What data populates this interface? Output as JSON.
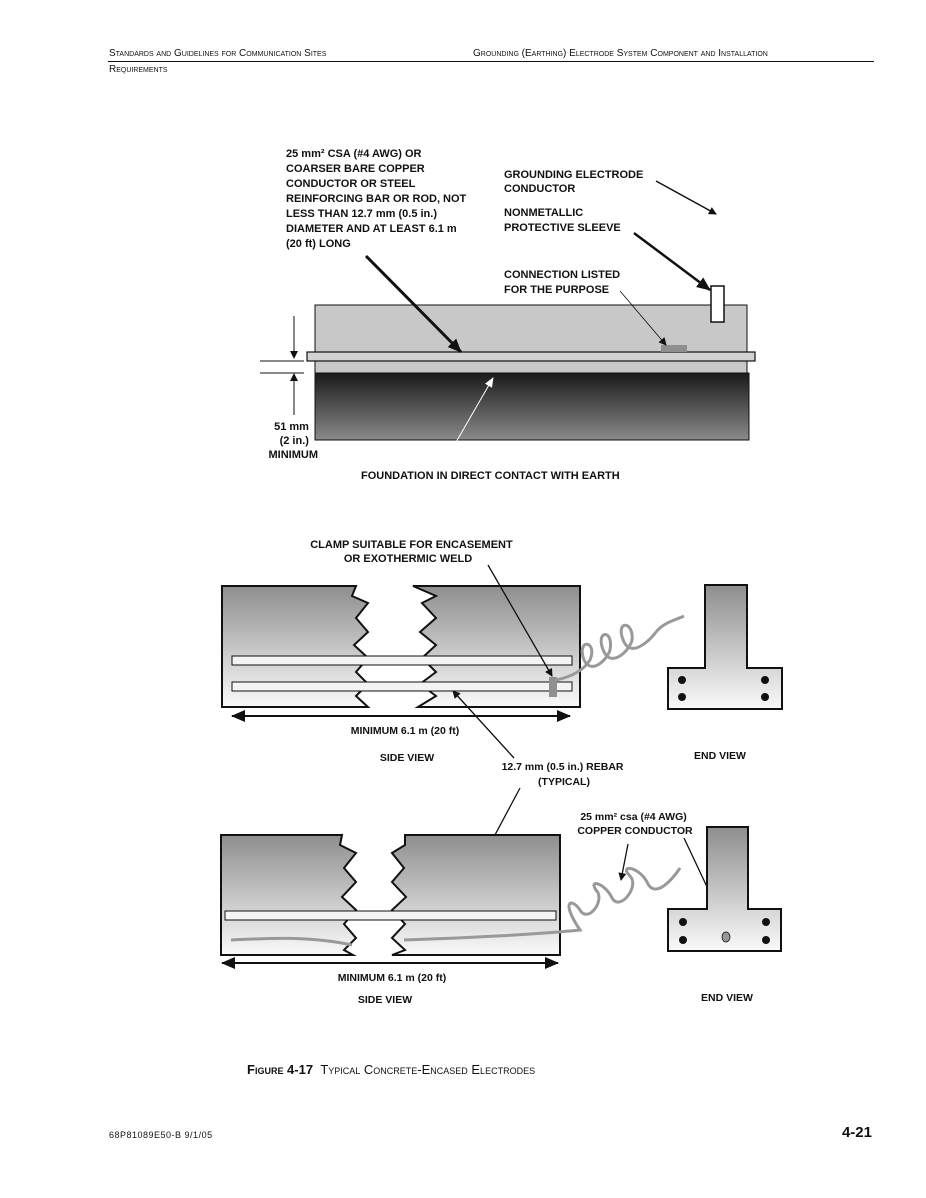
{
  "header": {
    "left_line1": "Standards  and Guidelines for Communication Sites",
    "left_line2": "Requirements",
    "right": "Grounding (Earthing) Electrode System Component and Installation"
  },
  "figure_top": {
    "conductor_label": [
      "25 mm² CSA (#4 AWG) OR",
      "COARSER BARE COPPER",
      "CONDUCTOR OR STEEL",
      "REINFORCING BAR OR ROD, NOT",
      "LESS THAN 12.7 mm (0.5 in.)",
      "DIAMETER AND AT LEAST 6.1 m",
      "(20 ft) LONG"
    ],
    "grounding_label": [
      "GROUNDING ELECTRODE",
      "CONDUCTOR"
    ],
    "sleeve_label": [
      "NONMETALLIC",
      "PROTECTIVE SLEEVE"
    ],
    "connection_label": [
      "CONNECTION LISTED",
      "FOR THE PURPOSE"
    ],
    "dimension_label": [
      "51 mm",
      "(2 in.)",
      "MINIMUM"
    ],
    "foundation_label": "FOUNDATION IN DIRECT CONTACT WITH EARTH"
  },
  "figure_middle": {
    "clamp_label": [
      "CLAMP SUITABLE FOR ENCASEMENT",
      "OR EXOTHERMIC WELD"
    ],
    "length_label": "MINIMUM 6.1 m (20 ft)",
    "side_view_label": "SIDE VIEW",
    "end_view_label": "END VIEW",
    "rebar_label": [
      "12.7 mm (0.5 in.) REBAR",
      "(TYPICAL)"
    ]
  },
  "figure_bottom": {
    "copper_label": [
      "25 mm² csa (#4 AWG)",
      "COPPER CONDUCTOR"
    ],
    "length_label": "MINIMUM 6.1 m (20 ft)",
    "side_view_label": "SIDE VIEW",
    "end_view_label": "END VIEW"
  },
  "caption": {
    "number": "Figure 4-17",
    "title": "Typical Concrete-Encased Electrodes"
  },
  "footer": {
    "doc_id": "68P81089E50-B   9/1/05",
    "page": "4-21"
  }
}
